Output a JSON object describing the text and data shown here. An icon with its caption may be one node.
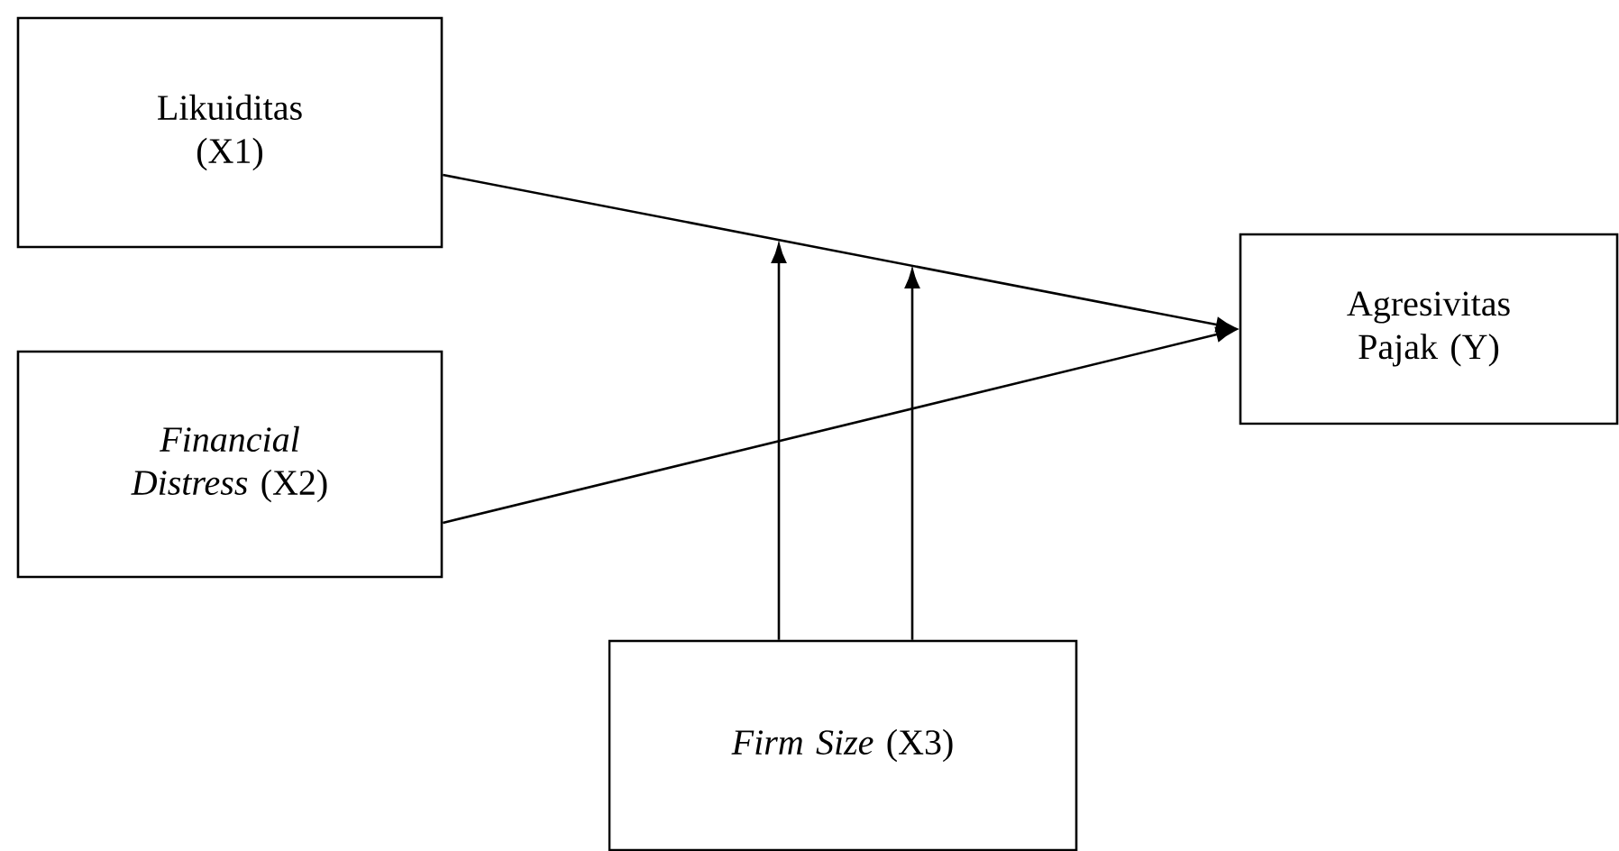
{
  "diagram": {
    "nodes": [
      {
        "text": [
          "Likuiditas (X1)"
        ]
      },
      {
        "text": [
          "*Financial Distress* (X2)"
        ]
      },
      {
        "text": [
          "Agresivitas Pajak  (Y)"
        ]
      },
      {
        "text": [
          "*Firm Size* (X3)"
        ]
      }
    ],
    "edges": [
      {
        "from": 0,
        "to": 2,
        "arrow": "to"
      },
      {
        "from": 1,
        "to": 2,
        "arrow": "to"
      },
      {
        "from": 3,
        "to": null,
        "arrow": "to"
      },
      {
        "from": 3,
        "to": null,
        "arrow": "to"
      }
    ]
  }
}
